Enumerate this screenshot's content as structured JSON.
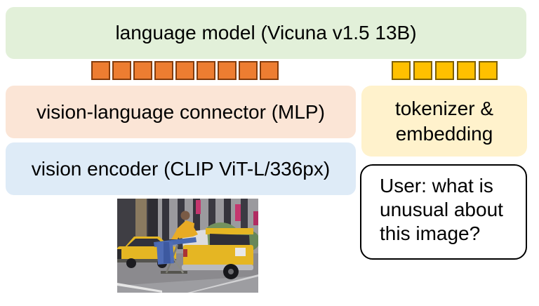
{
  "figure": {
    "boxes": {
      "language_model": {
        "label": "language model (Vicuna v1.5 13B)",
        "bg": "#E2F0D9"
      },
      "connector": {
        "label": "vision-language connector (MLP)",
        "bg": "#FBE5D6"
      },
      "vision_encoder": {
        "label": "vision encoder (CLIP ViT-L/336px)",
        "bg": "#DEEBF7"
      },
      "tokenizer": {
        "lines": [
          "tokenizer &",
          "embedding"
        ],
        "bg": "#FFF2CC"
      }
    },
    "tokens": {
      "image": {
        "count": 9,
        "fill": "#ED7D31",
        "border": "#843C0C"
      },
      "text": {
        "count": 5,
        "fill": "#FFC000",
        "border": "#7F6000"
      }
    },
    "user_bubble": {
      "lines": [
        "User: what is",
        "unusual about",
        "this image?"
      ]
    },
    "photo": {
      "alt": "man in a yellow shirt ironing clothes on an ironing board mounted on the rear of a yellow taxi SUV on a city street, with a second yellow taxi behind"
    }
  }
}
